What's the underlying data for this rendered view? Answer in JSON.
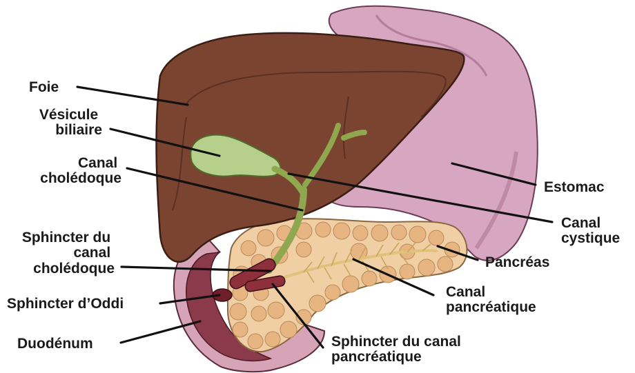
{
  "labels": {
    "foie": "Foie",
    "vesicule_l1": "Vésicule",
    "vesicule_l2": "biliaire",
    "choledoque_l1": "Canal",
    "choledoque_l2": "cholédoque",
    "sph_chol_l1": "Sphincter du",
    "sph_chol_l2": "canal",
    "sph_chol_l3": "cholédoque",
    "oddi": "Sphincter d’Oddi",
    "duodenum": "Duodénum",
    "estomac": "Estomac",
    "cystique_l1": "Canal",
    "cystique_l2": "cystique",
    "pancreas": "Pancréas",
    "panc_canal_l1": "Canal",
    "panc_canal_l2": "pancréatique",
    "sph_panc_l1": "Sphincter du canal",
    "sph_panc_l2": "pancréatique"
  },
  "colors": {
    "liver": "#7a4431",
    "liver_dark": "#5b2f22",
    "stomach": "#d7a6c0",
    "stomach_dark": "#b57d9c",
    "pancreas": "#f1cfa5",
    "pancreas_lobe": "#e6b582",
    "gallbladder": "#b6cf8a",
    "duct": "#8fa84f",
    "duodenum": "#d6a3b7",
    "duodenum_inner": "#8a3a4a",
    "sphincter": "#8e2f3c"
  }
}
